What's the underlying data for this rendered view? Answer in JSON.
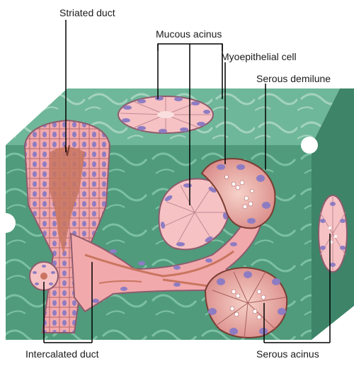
{
  "labels": {
    "striated_duct": "Striated duct",
    "mucous_acinus": "Mucous acinus",
    "myoepithelial_cell": "Myoepithelial cell",
    "serous_demilune": "Serous demilune",
    "intercalated_duct": "Intercalated duct",
    "serous_acinus": "Serous acinus"
  },
  "colors": {
    "tissue_top": "#6fb79a",
    "tissue_front": "#4f9b7c",
    "tissue_side": "#3d8468",
    "duct_fill": "#f2a9ac",
    "duct_lumen": "#c9755f",
    "nucleus": "#8e7cc3",
    "serous_cell": "#e59a98",
    "leader_line": "#000000"
  }
}
